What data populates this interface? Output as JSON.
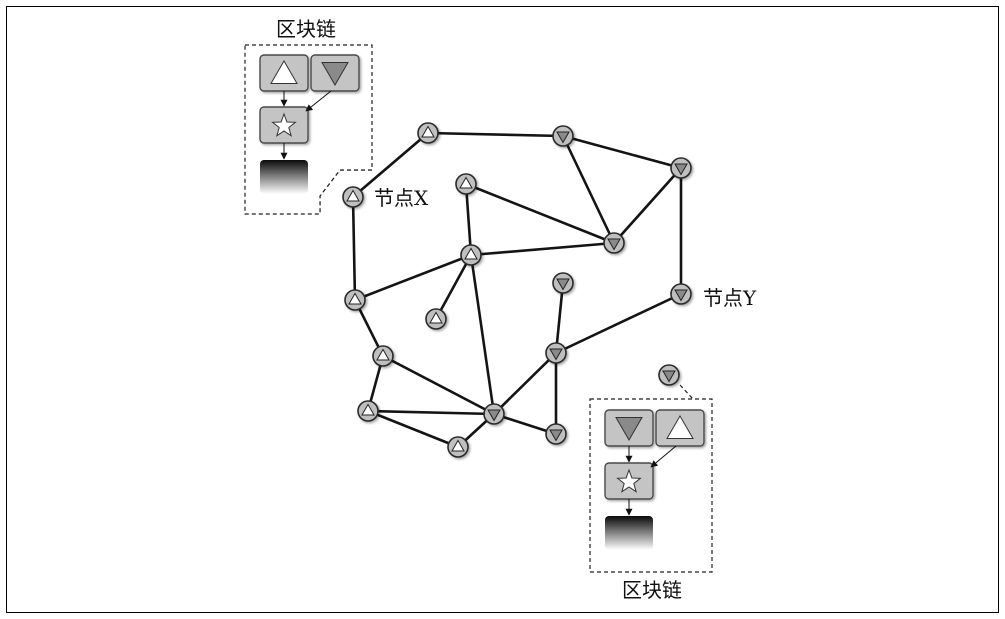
{
  "labels": {
    "blockchain_top": "区块链",
    "blockchain_bottom": "区块链",
    "node_x": "节点X",
    "node_y": "节点Y"
  },
  "colors": {
    "frame": "#000000",
    "edge": "#141414",
    "node_fill": "#bfbfbf",
    "node_stroke": "#2a2a2a",
    "triangle_up": "#ffffff",
    "triangle_down": "#8a8a8a",
    "tile_fill": "#c4c4c4",
    "tile_stroke": "#4a4a4a",
    "ledger_dark": "#0a0a0a",
    "ledger_light": "#ffffff"
  },
  "nodes": [
    {
      "id": "x",
      "kind": "up",
      "name": "node-x"
    },
    {
      "id": "a",
      "kind": "up"
    },
    {
      "id": "b",
      "kind": "down"
    },
    {
      "id": "c",
      "kind": "down"
    },
    {
      "id": "d",
      "kind": "up"
    },
    {
      "id": "e",
      "kind": "down"
    },
    {
      "id": "f",
      "kind": "up"
    },
    {
      "id": "g",
      "kind": "up"
    },
    {
      "id": "h",
      "kind": "up"
    },
    {
      "id": "y",
      "kind": "down",
      "name": "node-y"
    },
    {
      "id": "i",
      "kind": "down"
    },
    {
      "id": "j",
      "kind": "down"
    },
    {
      "id": "k",
      "kind": "up"
    },
    {
      "id": "l",
      "kind": "up"
    },
    {
      "id": "m",
      "kind": "down"
    },
    {
      "id": "n",
      "kind": "down"
    },
    {
      "id": "o",
      "kind": "up"
    },
    {
      "id": "z",
      "kind": "down"
    }
  ],
  "edges": [
    [
      "x",
      "a"
    ],
    [
      "a",
      "b"
    ],
    [
      "b",
      "c"
    ],
    [
      "b",
      "e"
    ],
    [
      "c",
      "e"
    ],
    [
      "c",
      "y"
    ],
    [
      "d",
      "e"
    ],
    [
      "d",
      "f"
    ],
    [
      "f",
      "e"
    ],
    [
      "f",
      "g"
    ],
    [
      "f",
      "h"
    ],
    [
      "f",
      "m"
    ],
    [
      "x",
      "g"
    ],
    [
      "g",
      "k"
    ],
    [
      "k",
      "l"
    ],
    [
      "k",
      "m"
    ],
    [
      "l",
      "m"
    ],
    [
      "l",
      "o"
    ],
    [
      "o",
      "m"
    ],
    [
      "m",
      "j"
    ],
    [
      "m",
      "n"
    ],
    [
      "j",
      "n"
    ],
    [
      "j",
      "i"
    ],
    [
      "j",
      "y"
    ]
  ],
  "blockchains": [
    {
      "id": "top",
      "tiles": [
        "up",
        "down"
      ]
    },
    {
      "id": "bottom",
      "tiles": [
        "down",
        "up"
      ]
    }
  ]
}
